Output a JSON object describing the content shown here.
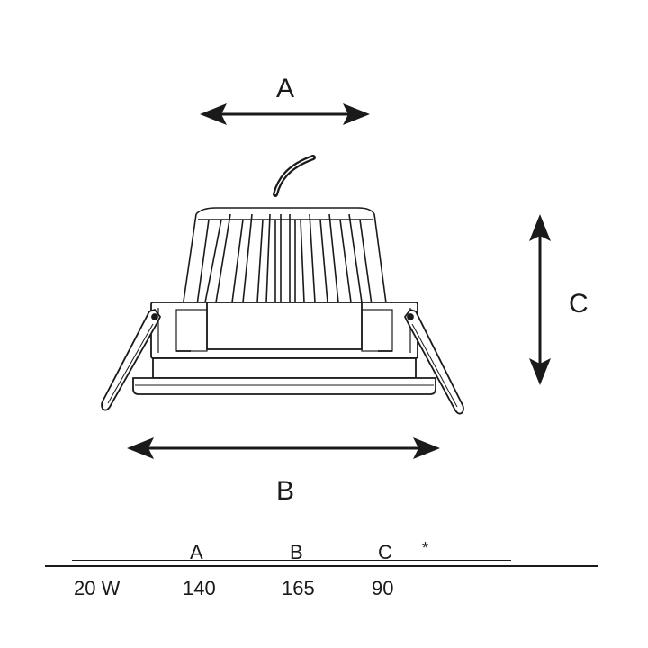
{
  "diagram": {
    "dimension_labels": {
      "a": "A",
      "b": "B",
      "c": "C"
    }
  },
  "spec_table": {
    "headers": {
      "a": "A",
      "b": "B",
      "c": "C",
      "note": "*"
    },
    "rows": [
      {
        "power": "20 W",
        "a": "140",
        "b": "165",
        "c": "90"
      }
    ]
  },
  "colors": {
    "line": "#1a1a1a",
    "background": "#ffffff"
  }
}
